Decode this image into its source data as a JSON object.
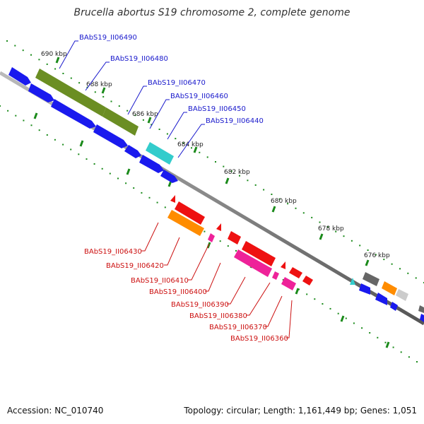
{
  "title": "Brucella abortus S19 chromosome 2, complete genome",
  "footer": {
    "accession": "Accession: NC_010740",
    "summary": "Topology: circular; Length: 1,161,449 bp; Genes: 1,051"
  },
  "ticks": [
    "690 kbp",
    "688 kbp",
    "686 kbp",
    "684 kbp",
    "682 kbp",
    "680 kbp",
    "678 kbp",
    "676 kbp"
  ],
  "labels_top": [
    "BAbS19_II06490",
    "BAbS19_II06480",
    "BAbS19_II06470",
    "BAbS19_II06460",
    "BAbS19_II06450",
    "BAbS19_II06440"
  ],
  "labels_bottom": [
    "BAbS19_II06430",
    "BAbS19_II06420",
    "BAbS19_II06410",
    "BAbS19_II06400",
    "BAbS19_II06390",
    "BAbS19_II06380",
    "BAbS19_II06370",
    "BAbS19_II06360"
  ],
  "colors": {
    "forward_label": "#1a1acc",
    "reverse_label": "#cc1111",
    "blue": "#1a1aee",
    "olive": "#6b8e23",
    "cyan": "#33cccc",
    "red": "#ee1111",
    "orange": "#ff8c00",
    "magenta": "#ee2299",
    "gray": "#666666",
    "ruler": "#1a8a1a"
  }
}
